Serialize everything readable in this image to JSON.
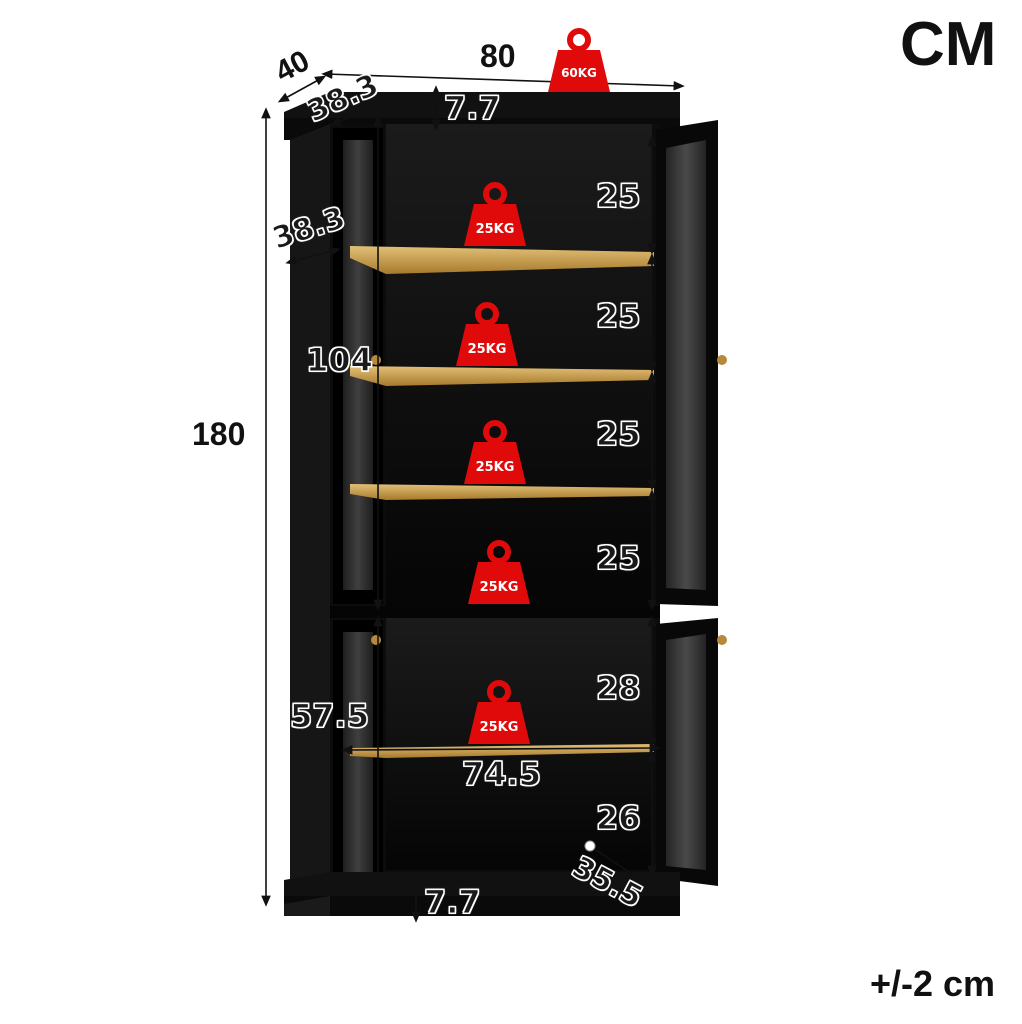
{
  "unit_label": "CM",
  "tolerance_label": "+/-2 cm",
  "dimensions": {
    "depth": "40",
    "width": "80",
    "inner_depth_top": "38.3",
    "inner_depth_side": "38.3",
    "top_gap": "7.7",
    "total_height": "180",
    "upper_section_height": "104",
    "lower_section_height": "57.5",
    "shelf_width": "74.5",
    "bottom_gap": "7.7",
    "door_depth": "35.5"
  },
  "shelf_gaps": [
    "25",
    "25",
    "25",
    "25",
    "28",
    "26"
  ],
  "load_labels": {
    "top": "60KG",
    "shelves": [
      "25KG",
      "25KG",
      "25KG",
      "25KG",
      "25KG"
    ]
  },
  "colors": {
    "cabinet": "#0d0d0d",
    "shelf_wood": "#c9a24c",
    "weight_red": "#e10a0a",
    "hardware_gold": "#b8893a"
  }
}
